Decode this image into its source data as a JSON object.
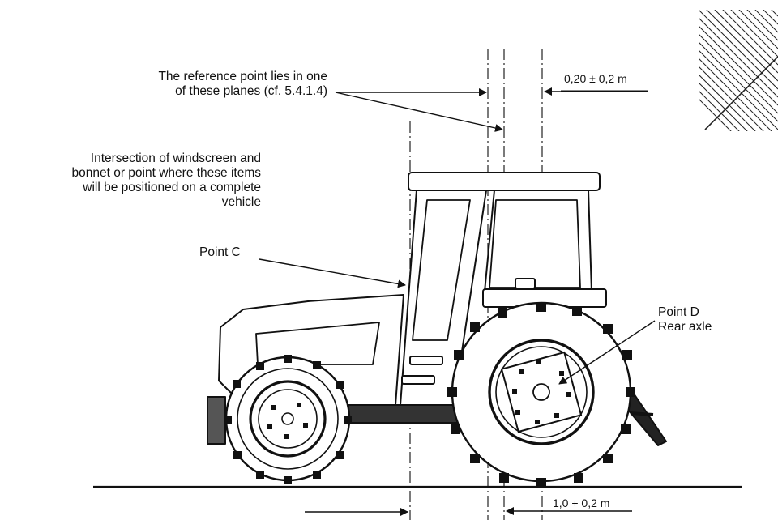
{
  "labels": {
    "reference_point": [
      "The reference point lies in one",
      "of these planes (cf. 5.4.1.4)"
    ],
    "intersection": [
      "Intersection of windscreen and",
      "bonnet or point where these items",
      "will be positioned on a complete",
      "vehicle"
    ],
    "point_c": "Point C",
    "point_d": [
      "Point D",
      "Rear axle"
    ],
    "dim_top": "0,20 ± 0,2 m",
    "dim_bottom": "1,0 + 0,2 m"
  }
}
